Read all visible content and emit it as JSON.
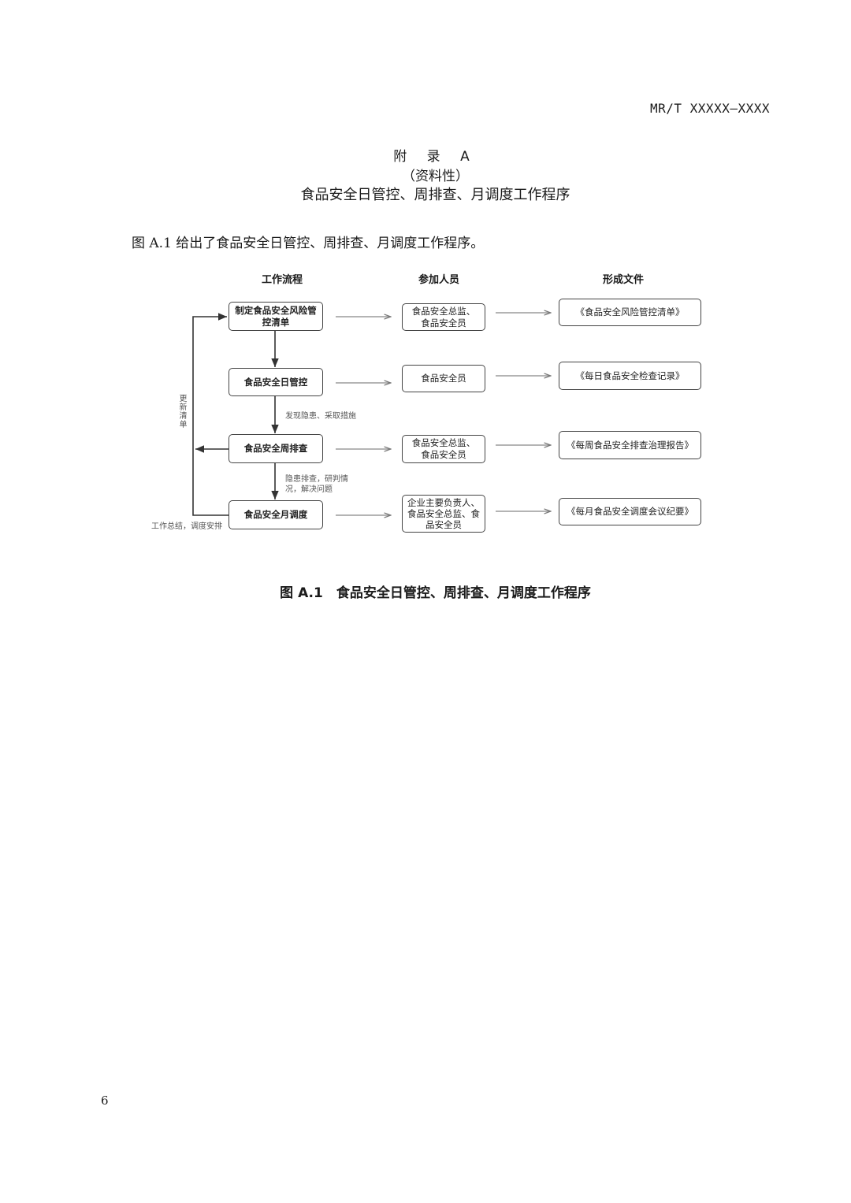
{
  "header": {
    "doc_code": "MR/T XXXXX—XXXX"
  },
  "appendix": {
    "label": "附 录 A",
    "nature": "（资料性）",
    "title": "食品安全日管控、周排查、月调度工作程序"
  },
  "intro": "图 A.1 给出了食品安全日管控、周排查、月调度工作程序。",
  "flowchart": {
    "columns": [
      "工作流程",
      "参加人员",
      "形成文件"
    ],
    "steps": [
      {
        "process": "制定食品安全风险管控清单",
        "people": "食品安全总监、食品安全员",
        "document": "《食品安全风险管控清单》"
      },
      {
        "process": "食品安全日管控",
        "people": "食品安全员",
        "document": "《每日食品安全检查记录》"
      },
      {
        "process": "食品安全周排查",
        "people": "食品安全总监、食品安全员",
        "document": "《每周食品安全排查治理报告》"
      },
      {
        "process": "食品安全月调度",
        "people": "企业主要负责人、食品安全总监、食品安全员",
        "document": "《每月食品安全调度会议纪要》"
      }
    ],
    "transitions": [
      "发现隐患、采取措施",
      "隐患排查，研判情况，解决问题"
    ],
    "loop_label": "更新清单",
    "monthly_note": "工作总结，调度安排"
  },
  "caption": "图 A.1　食品安全日管控、周排查、月调度工作程序",
  "page_number": "6"
}
